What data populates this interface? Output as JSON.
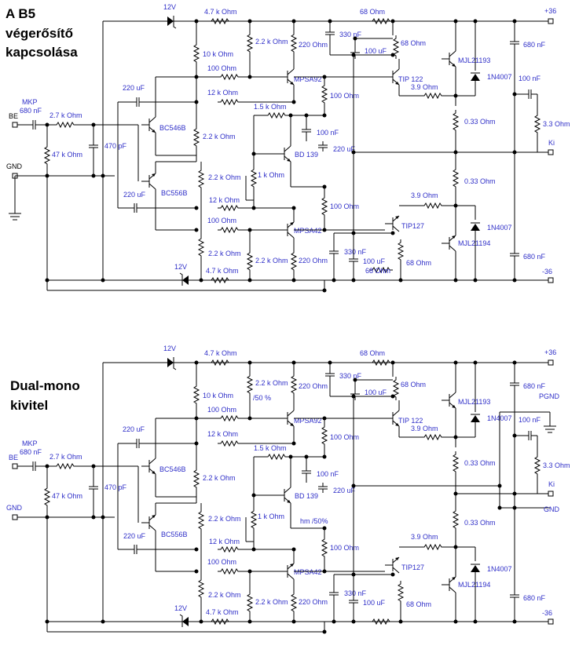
{
  "titles": {
    "top": [
      "A B5",
      "végerősítő",
      "kapcsolása"
    ],
    "bottom": [
      "Dual-mono",
      "kivitel"
    ]
  },
  "labels": {
    "v12": "12V",
    "r47k": "4.7 k Ohm",
    "r68": "68  Ohm",
    "p36": "+36",
    "n36": "-36",
    "c330": "330 nF",
    "c100u": "100 uF",
    "c680": "680 nF",
    "r10k": "10 k Ohm",
    "r22k": "2.2 k Ohm",
    "r220": "220  Ohm",
    "r68b": "68  Ohm",
    "mjl1193": "MJL21193",
    "mjl1194": "MJL21194",
    "n4007": "1N4007",
    "c220u": "220 uF",
    "r100": "100  Ohm",
    "mpsa92": "MPSA92",
    "tip122": "TIP 122",
    "r39": "3.9  Ohm",
    "c100n": "100 nF",
    "r12k": "12 k Ohm",
    "r15k": "1.5 k Ohm",
    "r100b": "100  Ohm",
    "mkp": "MKP",
    "be": "BE",
    "c680b": "680 nF",
    "r27k": "2.7 k Ohm",
    "bc546": "BC546B",
    "r033": "0.33  Ohm",
    "r33": "3.3  Ohm",
    "c470": "470 pF",
    "bd139": "BD 139",
    "ki": "Ki",
    "r47kb": "47 k Ohm",
    "gnd": "GND",
    "r1k": "1 k Ohm",
    "bc556": "BC556B",
    "tip127": "TIP127",
    "mpsa42": "MPSA42",
    "pgnd": "PGND",
    "p50": "/50 %",
    "hm50": "hm /50%"
  }
}
